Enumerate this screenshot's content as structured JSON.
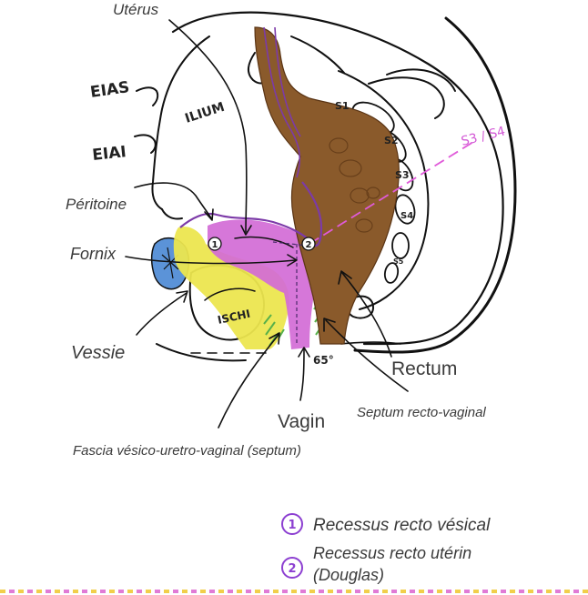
{
  "labels": {
    "uterus": "Utérus",
    "eias": "EIAS",
    "eiai": "EIAI",
    "ilium": "ILIUM",
    "peritoine": "Péritoine",
    "fornix": "Fornix",
    "vessie": "Vessie",
    "ischion": "ISCHI",
    "rectum": "Rectum",
    "vagin": "Vagin",
    "septum_rv": "Septum recto-vaginal",
    "fascia": "Fascia vésico-uretro-vaginal (septum)",
    "angle": "65°",
    "s3s4": "S3 / S4",
    "sacral": [
      "S1",
      "S2",
      "S3",
      "S4",
      "S5"
    ],
    "marker1": "1",
    "marker2": "2"
  },
  "legend": [
    {
      "num": "1",
      "text": "Recessus recto vésical"
    },
    {
      "num": "2",
      "text_line1": "Recessus recto utérin",
      "text_line2": "(Douglas)"
    }
  ],
  "colors": {
    "rectum": "#8a5a2b",
    "uterus_vagina": "#d36bd6",
    "bladder": "#ece64f",
    "pubis": "#5b93d8",
    "septum_green": "#57b04a",
    "legend_purple": "#8c3fd1",
    "s3s4_line": "#e05ad9"
  }
}
